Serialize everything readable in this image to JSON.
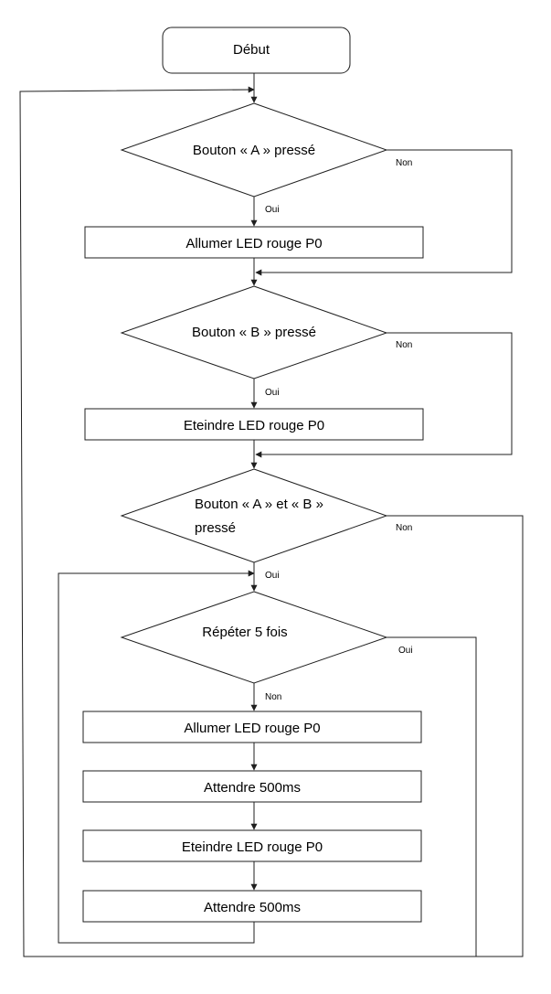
{
  "flowchart": {
    "start": "Début",
    "decision_a": "Bouton « A » pressé",
    "action_a": "Allumer LED rouge P0",
    "decision_b": "Bouton « B » pressé",
    "action_b": "Eteindre LED rouge P0",
    "decision_ab_line1": "Bouton « A » et « B »",
    "decision_ab_line2": "pressé",
    "decision_repeat": "Répéter 5 fois",
    "loop_step_1": "Allumer LED rouge P0",
    "loop_step_2": "Attendre 500ms",
    "loop_step_3": "Eteindre LED rouge P0",
    "loop_step_4": "Attendre 500ms"
  },
  "edge_labels": {
    "a_yes": "Oui",
    "a_no": "Non",
    "b_yes": "Oui",
    "b_no": "Non",
    "ab_yes": "Oui",
    "ab_no": "Non",
    "repeat_yes": "Oui",
    "repeat_no": "Non"
  }
}
